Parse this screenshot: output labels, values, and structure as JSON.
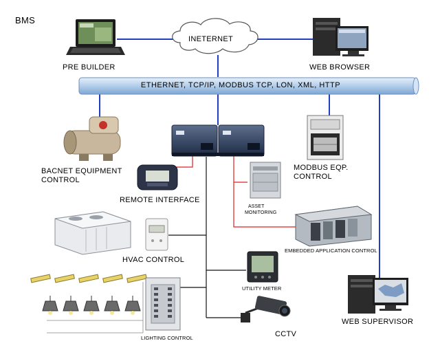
{
  "title": "BMS",
  "cloud_label": "INETERNET",
  "bus_label": "ETHERNET, TCP/IP, MODBUS TCP, LON, XML, HTTP",
  "nodes": {
    "pre_builder": "PRE BUILDER",
    "web_browser": "WEB BROWSER",
    "bacnet_line1": "BACNET EQUIPMENT",
    "bacnet_line2": "CONTROL",
    "modbus_line1": "MODBUS EQP.",
    "modbus_line2": "CONTROL",
    "remote_interface": "REMOTE INTERFACE",
    "asset_line1": "ASSET",
    "asset_line2": "MONITORING",
    "embedded_app": "EMBEDDED APPLICATION CONTROL",
    "hvac": "HVAC CONTROL",
    "utility_meter": "UTILITY METER",
    "lighting": "LIGHTING CONTROL",
    "cctv": "CCTV",
    "web_supervisor": "WEB SUPERVISOR"
  },
  "colors": {
    "link_blue": "#1f3fbf",
    "link_red": "#e02020",
    "link_black": "#111111",
    "bus_fill": "#b9d3ee"
  }
}
